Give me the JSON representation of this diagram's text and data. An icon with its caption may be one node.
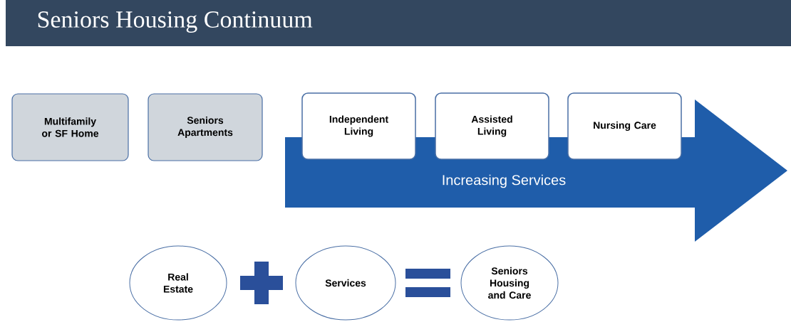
{
  "diagram": {
    "title": "Seniors Housing Continuum",
    "nodes": [
      {
        "text": [
          "Multifamily or SF Home"
        ]
      },
      {
        "text": [
          "Seniors Apartments"
        ]
      },
      {
        "text": [
          "Increasing Services"
        ]
      },
      {
        "text": [
          "Independent Living"
        ]
      },
      {
        "text": [
          "Assisted Living"
        ]
      },
      {
        "text": [
          "Nursing Care"
        ]
      },
      {
        "text": [
          "Real Estate"
        ]
      },
      {
        "text": [
          "Services"
        ]
      },
      {
        "text": [
          "Seniors Housing and Care"
        ]
      }
    ]
  }
}
